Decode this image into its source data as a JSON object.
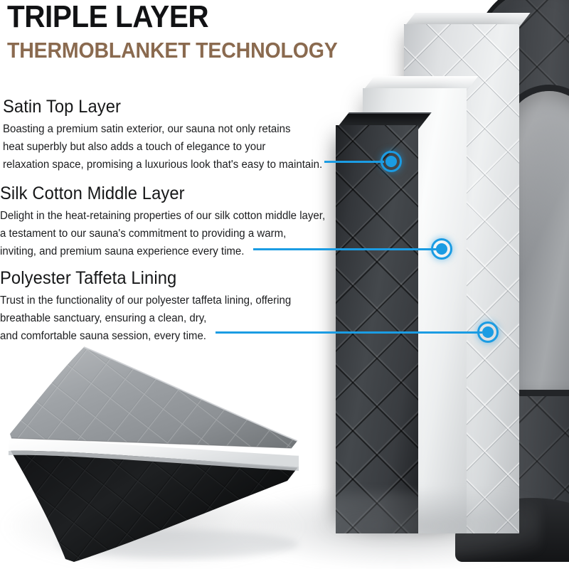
{
  "title": {
    "main": "TRIPLE LAYER",
    "sub": "THERMOBLANKET TECHNOLOGY"
  },
  "sections": [
    {
      "id": "satin",
      "heading": "Satin Top Layer",
      "lines": [
        "Boasting a premium satin exterior, our sauna not only retains",
        "heat superbly but also adds a touch of elegance to your",
        "relaxation space, promising a luxurious look that's easy to maintain."
      ]
    },
    {
      "id": "cotton",
      "heading": "Silk Cotton Middle Layer",
      "lines": [
        "Delight in the heat-retaining properties of our silk cotton middle layer,",
        "a testament to our sauna's commitment to providing a warm,",
        "inviting, and premium sauna experience every time."
      ]
    },
    {
      "id": "taffeta",
      "heading": "Polyester Taffeta Lining",
      "lines": [
        "Trust in the functionality of our polyester taffeta lining, offering",
        " breathable sanctuary, ensuring a clean, dry,",
        "and comfortable sauna session, every time."
      ]
    }
  ],
  "callouts": [
    {
      "name": "satin-top-layer",
      "target": "black quilted satin panel"
    },
    {
      "name": "silk-cotton-middle",
      "target": "white foam middle panel"
    },
    {
      "name": "polyester-taffeta",
      "target": "light grey quilted lining panel"
    }
  ],
  "colors": {
    "accent": "#1b9ce3",
    "title_main": "#111214",
    "title_sub": "#8a6a4f",
    "body_text": "#1c1d1f",
    "background": "#ffffff",
    "satin_layer": "#33363a",
    "foam_layer": "#fbfcfc",
    "lining_layer": "#dfe1e3",
    "sauna_tent": "#3c3f43"
  },
  "product": {
    "layers": [
      {
        "name": "satin-top-layer",
        "material": "satin",
        "appearance": "black quilted"
      },
      {
        "name": "silk-cotton-middle-layer",
        "material": "silk cotton",
        "appearance": "white foam"
      },
      {
        "name": "polyester-taffeta-lining",
        "material": "polyester taffeta",
        "appearance": "light grey quilted"
      }
    ]
  }
}
